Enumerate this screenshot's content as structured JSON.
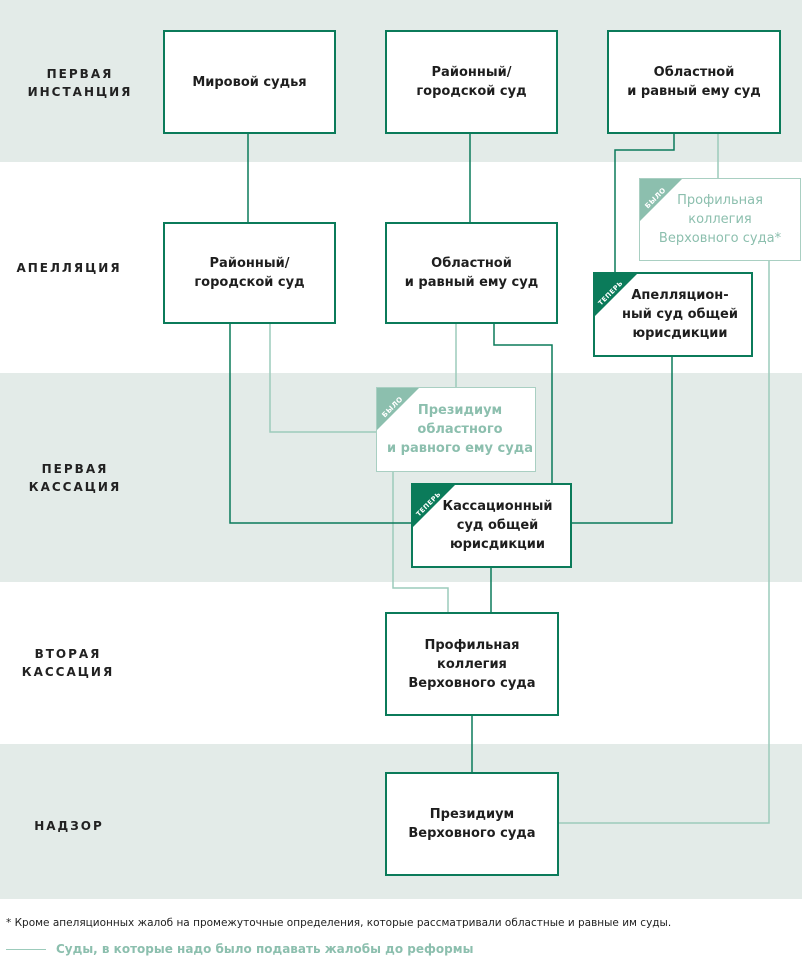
{
  "stages": [
    {
      "id": "first-instance",
      "lines": [
        "ПЕРВАЯ",
        "ИНСТАНЦИЯ"
      ]
    },
    {
      "id": "appeal",
      "lines": [
        "АПЕЛЛЯЦИЯ"
      ]
    },
    {
      "id": "first-cassation",
      "lines": [
        "ПЕРВАЯ",
        "КАССАЦИЯ"
      ]
    },
    {
      "id": "second-cassation",
      "lines": [
        "ВТОРАЯ",
        "КАССАЦИЯ"
      ]
    },
    {
      "id": "supervision",
      "lines": [
        "НАДЗОР"
      ]
    }
  ],
  "boxes": {
    "magistrate": [
      "Мировой судья"
    ],
    "district_first": [
      "Районный/",
      "городской суд"
    ],
    "regional_first": [
      "Областной",
      "и равный ему суд"
    ],
    "district_appeal": [
      "Районный/",
      "городской суд"
    ],
    "regional_appeal": [
      "Областной",
      "и равный ему суд"
    ],
    "profile_board_old": [
      "Профильная",
      "коллегия",
      "Верховного суда*"
    ],
    "appeal_court_general": [
      "Апелляцион-",
      "ный суд общей",
      "юрисдикции"
    ],
    "presidium_regional_old": [
      "Президиум",
      "областного",
      "и равного ему суда"
    ],
    "cassation_court_general": [
      "Кассационный",
      "суд общей",
      "юрисдикции"
    ],
    "profile_board_supreme": [
      "Профильная",
      "коллегия",
      "Верховного суда"
    ],
    "presidium_supreme": [
      "Президиум",
      "Верховного суда"
    ]
  },
  "tags": {
    "old": "БЫЛО",
    "new": "ТЕПЕРЬ"
  },
  "footnote": "* Кроме апеляционных жалоб на промежуточные определения, которые рассматривали областные и равные им суды.",
  "legend": "Суды, в которые надо было подавать жалобы до реформы",
  "colors": {
    "band": "#e3ebe8",
    "current": "#0b7b5a",
    "old": "#9ccbbb"
  }
}
